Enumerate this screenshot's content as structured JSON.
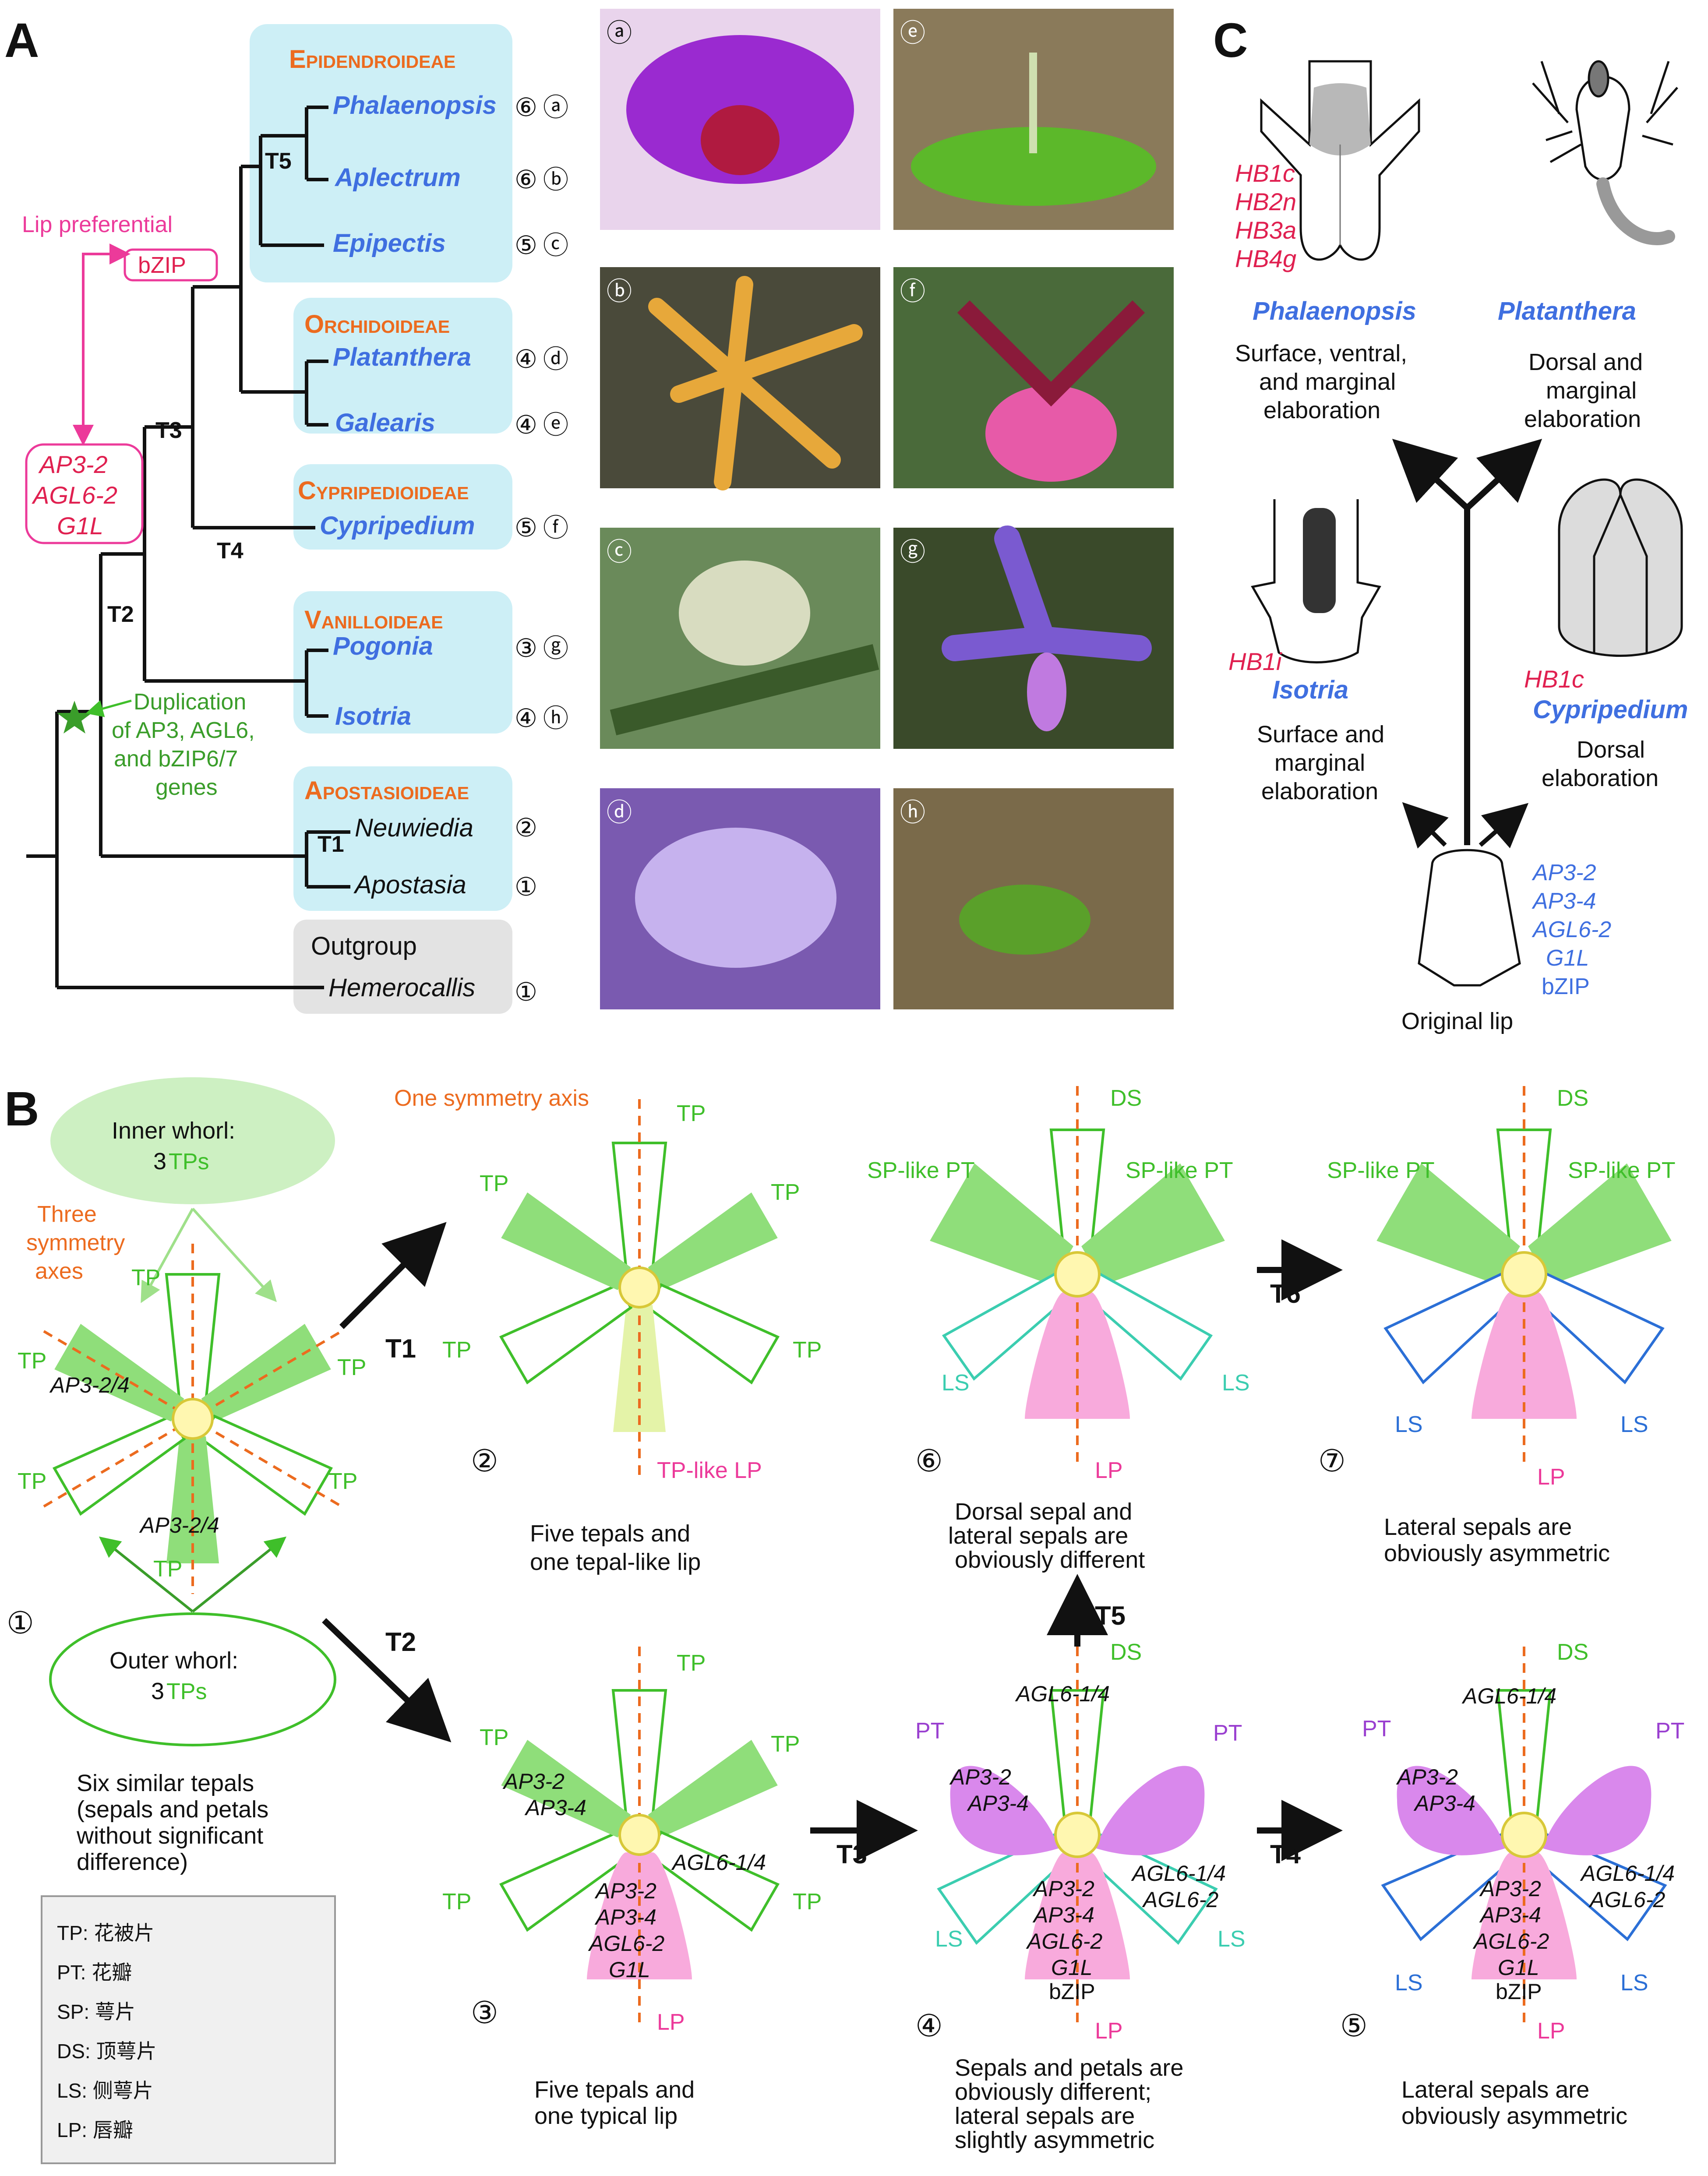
{
  "panels": {
    "a": "A",
    "b": "B",
    "c": "C"
  },
  "panel_a": {
    "subfamilies": [
      "Epidendroideae",
      "Orchidoideae",
      "Cypripedioideae",
      "Vanilloideae",
      "Apostasioideae"
    ],
    "outgroup_label": "Outgroup",
    "taxa": [
      {
        "name": "Phalaenopsis",
        "num": "⑥",
        "photo": "ⓐ"
      },
      {
        "name": "Aplectrum",
        "num": "⑥",
        "photo": "ⓑ"
      },
      {
        "name": "Epipectis",
        "num": "⑤",
        "photo": "ⓒ"
      },
      {
        "name": "Platanthera",
        "num": "④",
        "photo": "ⓓ"
      },
      {
        "name": "Galearis",
        "num": "④",
        "photo": "ⓔ"
      },
      {
        "name": "Cypripedium",
        "num": "⑤",
        "photo": "ⓕ"
      },
      {
        "name": "Pogonia",
        "num": "③",
        "photo": "ⓖ"
      },
      {
        "name": "Isotria",
        "num": "④",
        "photo": "ⓗ"
      },
      {
        "name": "Neuwiedia",
        "num": "②",
        "photo": ""
      },
      {
        "name": "Apostasia",
        "num": "①",
        "photo": ""
      },
      {
        "name": "Hemerocallis",
        "num": "①",
        "photo": ""
      }
    ],
    "nodes": [
      "T5",
      "T3",
      "T4",
      "T2",
      "T1"
    ],
    "lip_preferential": "Lip preferential",
    "bzip_box": "bZIP",
    "red_genes": [
      "AP3-2",
      "AGL6-2",
      "G1L"
    ],
    "duplication": [
      "Duplication",
      "of AP3, AGL6,",
      "and bZIP6/7",
      "genes"
    ],
    "photos": [
      "ⓐ",
      "ⓔ",
      "ⓑ",
      "ⓕ",
      "ⓒ",
      "ⓖ",
      "ⓓ",
      "ⓗ"
    ],
    "colors": {
      "photo_a": "#9a2ad0",
      "photo_e": "#4a6a2a",
      "photo_b": "#d98f2a",
      "photo_f": "#c0407a",
      "photo_c": "#7a9a5a",
      "photo_g": "#7a5ad0",
      "photo_d": "#a58ae0",
      "photo_h": "#5a6a3a"
    }
  },
  "panel_c": {
    "phal_genes": [
      "HB1c",
      "HB2n",
      "HB3a",
      "HB4g"
    ],
    "phal_name": "Phalaenopsis",
    "phal_caption": [
      "Surface, ventral,",
      "and marginal",
      "elaboration"
    ],
    "plat_name": "Platanthera",
    "plat_caption": [
      "Dorsal and",
      "marginal",
      "elaboration"
    ],
    "iso_gene": "HB1i",
    "iso_name": "Isotria",
    "iso_caption": [
      "Surface and",
      "marginal",
      "elaboration"
    ],
    "cyp_gene": "HB1c",
    "cyp_name": "Cypripedium",
    "cyp_caption": [
      "Dorsal",
      "elaboration"
    ],
    "orig_genes": [
      "AP3-2",
      "AP3-4",
      "AGL6-2",
      "G1L"
    ],
    "orig_bzip": "bZIP",
    "orig_caption": "Original lip"
  },
  "panel_b": {
    "inner_whorl": [
      "Inner whorl:",
      "3 ",
      "TPs"
    ],
    "outer_whorl": [
      "Outer whorl:",
      "3 ",
      "TPs"
    ],
    "three_axes": [
      "Three",
      "symmetry",
      "axes"
    ],
    "one_axis": "One symmetry axis",
    "tp": "TP",
    "lp": "LP",
    "ds": "DS",
    "ls": "LS",
    "pt": "PT",
    "sp_like_pt": "SP-like PT",
    "tp_like_lp": "TP-like LP",
    "ap3_24": "AP3-2/4",
    "gene_ap3_2": "AP3-2",
    "gene_ap3_4": "AP3-4",
    "gene_agl6_2": "AGL6-2",
    "gene_g1l": "G1L",
    "gene_bzip": "bZIP",
    "gene_agl6_14": "AGL6-1/4",
    "steps": [
      "T1",
      "T2",
      "T3",
      "T4",
      "T5",
      "T6"
    ],
    "stage_nums": [
      "①",
      "②",
      "③",
      "④",
      "⑤",
      "⑥",
      "⑦"
    ],
    "cap1": [
      "Six similar tepals",
      "(sepals and petals",
      "without significant",
      "difference)"
    ],
    "cap2": [
      "Five tepals and",
      "one tepal-like lip"
    ],
    "cap3": [
      "Five tepals and",
      "one typical lip"
    ],
    "cap4": [
      "Sepals and petals are",
      "obviously different;",
      "lateral sepals are",
      "slightly asymmetric"
    ],
    "cap5": [
      "Lateral sepals are",
      "obviously asymmetric"
    ],
    "cap6": [
      "Dorsal sepal and",
      "lateral sepals are",
      "obviously different"
    ],
    "cap7": [
      "Lateral sepals are",
      "obviously asymmetric"
    ],
    "legend": [
      "TP: 花被片",
      "PT: 花瓣",
      "SP: 萼片",
      "DS: 顶萼片",
      "LS: 侧萼片",
      "LP: 唇瓣"
    ]
  }
}
